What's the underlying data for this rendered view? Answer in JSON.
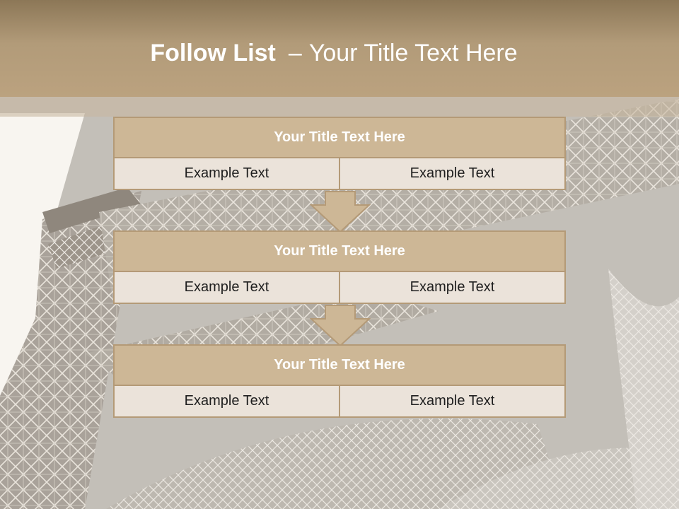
{
  "slide": {
    "title_bold": "Follow List",
    "title_separator": "–",
    "title_rest": "Your Title Text Here"
  },
  "steps": [
    {
      "title": "Your Title Text Here",
      "left": "Example Text",
      "right": "Example Text"
    },
    {
      "title": "Your Title Text Here",
      "left": "Example Text",
      "right": "Example Text"
    },
    {
      "title": "Your Title Text Here",
      "left": "Example Text",
      "right": "Example Text"
    }
  ],
  "colors": {
    "header": "#b29b79",
    "box_title": "#cdb796",
    "box_cell": "#ebe3da",
    "border": "#b49a77"
  }
}
